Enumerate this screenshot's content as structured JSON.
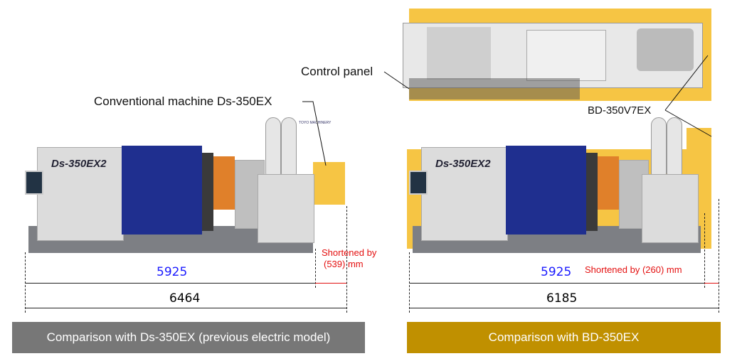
{
  "labels": {
    "control_panel": "Control panel",
    "conventional": "Conventional machine Ds-350EX",
    "bd": "BD-350V7EX"
  },
  "machine_logo": "Ds-350EX2",
  "brand_mark": "TOYO MACHINERY",
  "left": {
    "length_new": "5925",
    "length_old": "6464",
    "shortened": "Shortened by",
    "shortened_value": "(539) mm",
    "caption": "Comparison with Ds-350EX (previous electric model)"
  },
  "right": {
    "length_new": "5925",
    "length_old": "6185",
    "shortened": "Shortened by (260) mm",
    "caption": "Comparison with BD-350EX"
  },
  "colors": {
    "left_bar": "#777777",
    "right_bar": "#c09000",
    "highlight": "#f6c544",
    "new_length": "#1a1aff",
    "shortened": "#e41010"
  }
}
